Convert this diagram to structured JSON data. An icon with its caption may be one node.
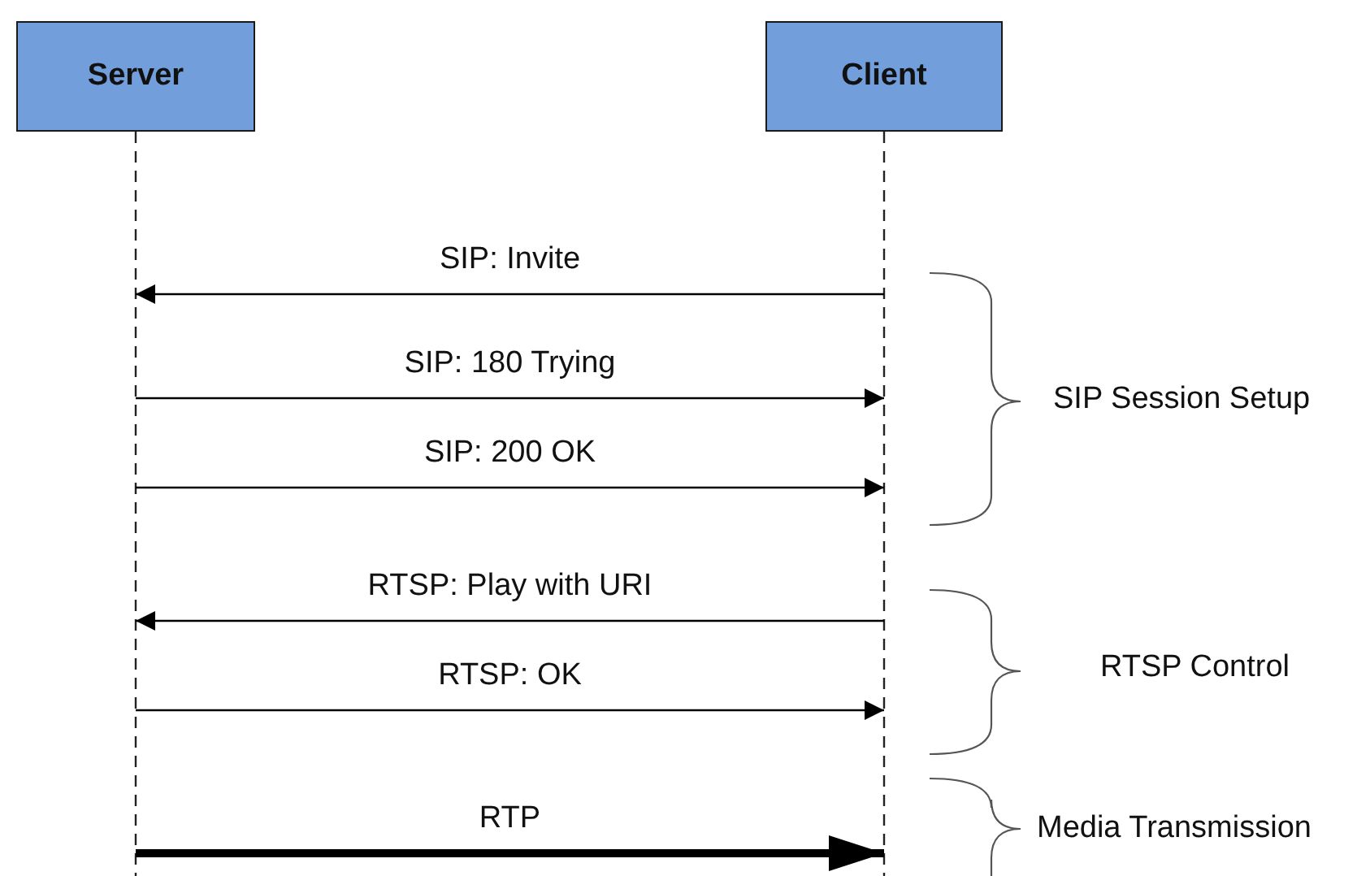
{
  "diagram": {
    "nodes": [
      {
        "text": [
          "Server"
        ]
      },
      {
        "text": [
          "Client"
        ]
      }
    ],
    "edges": [
      {
        "from": 1,
        "to": 0,
        "arrow": "to",
        "label": "SIP: Invite"
      },
      {
        "from": 0,
        "to": 1,
        "arrow": "to",
        "label": "SIP: 180 Trying"
      },
      {
        "from": 0,
        "to": 1,
        "arrow": "to",
        "label": "SIP: 200 OK"
      },
      {
        "from": 1,
        "to": 0,
        "arrow": "to",
        "label": "RTSP: Play with URI"
      },
      {
        "from": 0,
        "to": 1,
        "arrow": "to",
        "label": "RTSP: OK"
      },
      {
        "from": 0,
        "to": 1,
        "arrow": "to",
        "label": "RTP",
        "style": "thick"
      }
    ],
    "labels": [
      "SIP Session Setup",
      "RTSP Control",
      "Media Transmission"
    ]
  }
}
